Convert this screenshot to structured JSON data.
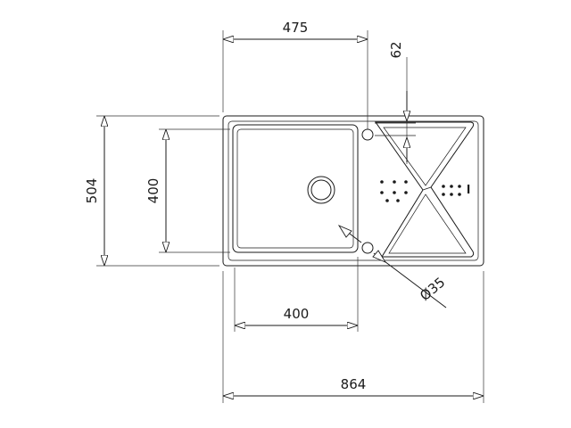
{
  "dimensions": {
    "top_width": "475",
    "overflow_offset": "62",
    "total_height": "504",
    "bowl_height": "400",
    "bowl_width": "400",
    "drain_diameter": "Ø35",
    "total_width": "864"
  },
  "colors": {
    "line": "#1a1a1a",
    "background": "#ffffff"
  }
}
